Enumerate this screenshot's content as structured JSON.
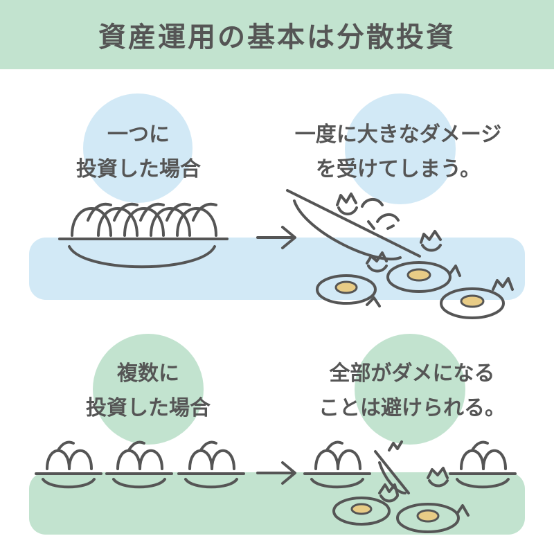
{
  "title": "資産運用の基本は分散投資",
  "colors": {
    "header_bg": "#c2e3cf",
    "blue": "#d2e9f6",
    "green": "#c2e3cf",
    "line": "#555555",
    "yolk": "#e8cc86"
  },
  "top_row": {
    "left_label": [
      "一つに",
      "投資した場合"
    ],
    "right_label": [
      "一度に大きなダメージ",
      "を受けてしまう。"
    ]
  },
  "bottom_row": {
    "left_label": [
      "複数に",
      "投資した場合"
    ],
    "right_label": [
      "全部がダメになる",
      "ことは避けられる。"
    ]
  }
}
